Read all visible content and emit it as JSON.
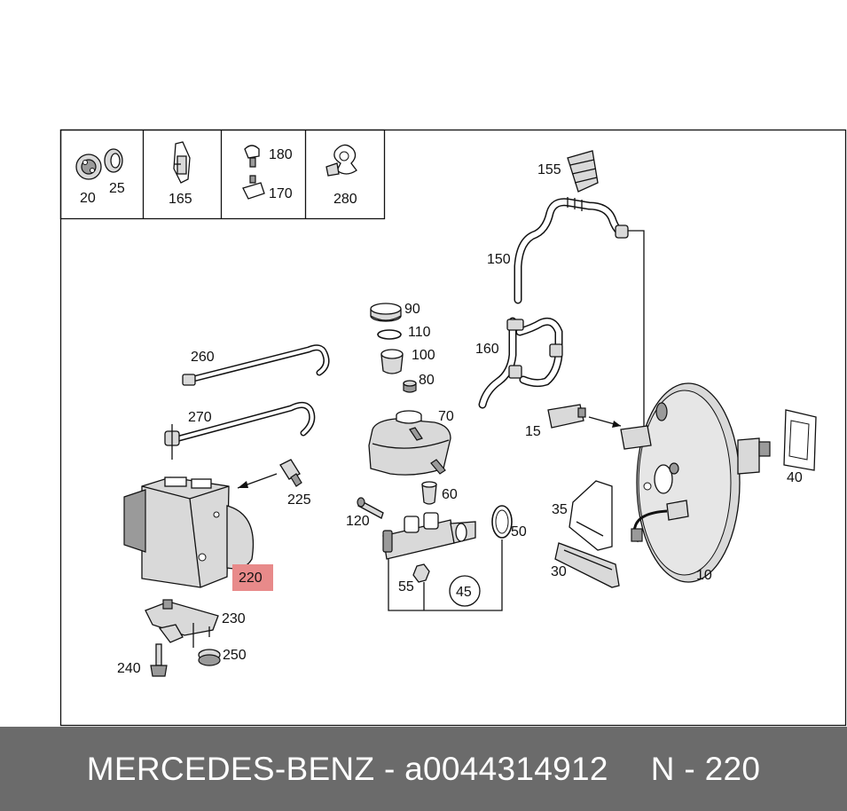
{
  "diagram": {
    "highlight_color": "#e88a8a",
    "labels": {
      "p20": "20",
      "p25": "25",
      "p165": "165",
      "p180": "180",
      "p170": "170",
      "p280": "280",
      "p155": "155",
      "p150": "150",
      "p160": "160",
      "p90": "90",
      "p110": "110",
      "p100": "100",
      "p80": "80",
      "p70": "70",
      "p60": "60",
      "p120": "120",
      "p50": "50",
      "p55": "55",
      "p45": "45",
      "p260": "260",
      "p270": "270",
      "p225": "225",
      "p220": "220",
      "p230": "230",
      "p250": "250",
      "p240": "240",
      "p15": "15",
      "p35": "35",
      "p30": "30",
      "p10": "10",
      "p40": "40"
    }
  },
  "footer": {
    "brand": "MERCEDES-BENZ",
    "separator": " - ",
    "part_number": "a0044314912",
    "position": "N - 220",
    "background": "#6b6b6b"
  }
}
